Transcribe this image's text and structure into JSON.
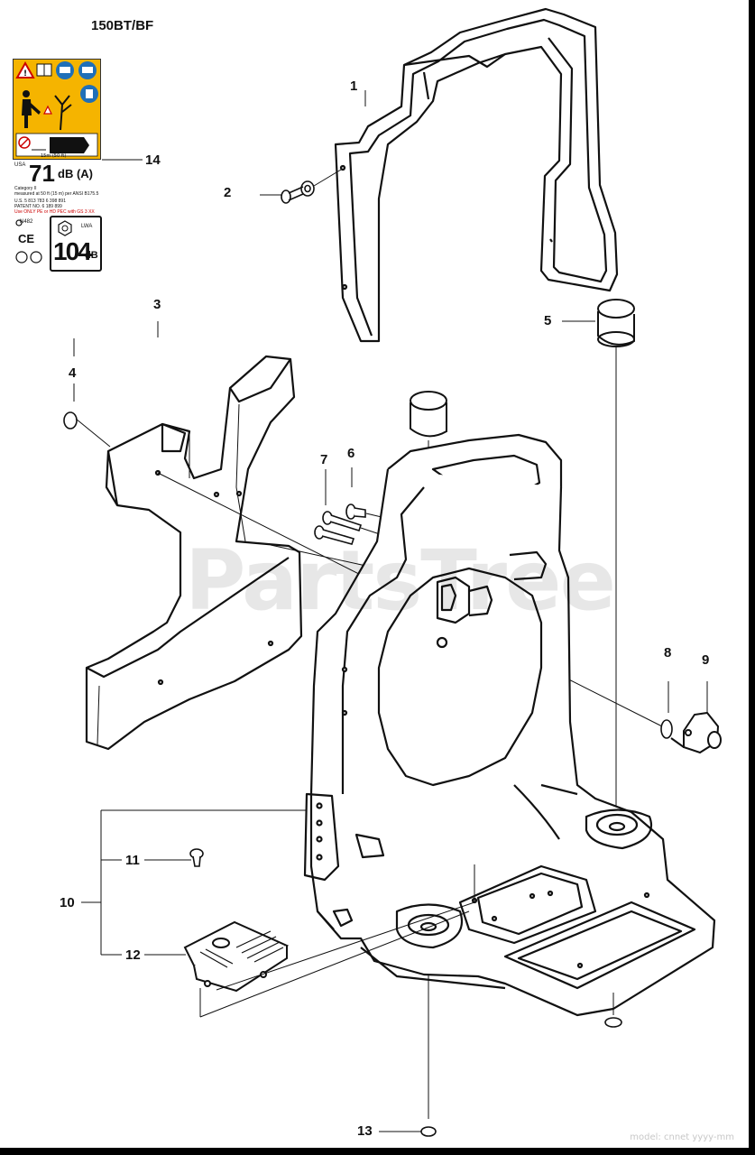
{
  "diagram": {
    "title": "150BT/BF",
    "watermark": "PartsTree",
    "footer_text": "model: cnnet yyyy-mm",
    "callouts": [
      {
        "id": "c1",
        "text": "1"
      },
      {
        "id": "c2",
        "text": "2"
      },
      {
        "id": "c3",
        "text": "3"
      },
      {
        "id": "c4",
        "text": "4"
      },
      {
        "id": "c5",
        "text": "5"
      },
      {
        "id": "c6",
        "text": "6"
      },
      {
        "id": "c7",
        "text": "7"
      },
      {
        "id": "c8",
        "text": "8"
      },
      {
        "id": "c9",
        "text": "9"
      },
      {
        "id": "c10",
        "text": "10"
      },
      {
        "id": "c11",
        "text": "11"
      },
      {
        "id": "c12",
        "text": "12"
      },
      {
        "id": "c13",
        "text": "13"
      },
      {
        "id": "c14",
        "text": "14"
      }
    ]
  },
  "decal": {
    "usa": "USA",
    "noise_value": "71",
    "noise_unit": "dB (A)",
    "category_line": "Category II",
    "measured_line": "measured at 50 ft (15 m) per ANSI B175.5",
    "patents_line1": "U.S.     5 813 783     6 398 891",
    "patents_line2": "PATENT NO. 6 189 899",
    "warning_line": "Use ONLY PE or HD PEC with GS 3 XX",
    "distance_label": "15m (50 ft)",
    "sound_power_value": "104",
    "sound_power_unit": "dB",
    "lwa_label": "LWA",
    "ce_mark": "CE",
    "code_label": "N482"
  },
  "colors": {
    "decal_background": "#f5b400",
    "decal_icon_blue": "#1f6fb8",
    "line": "#111111"
  }
}
